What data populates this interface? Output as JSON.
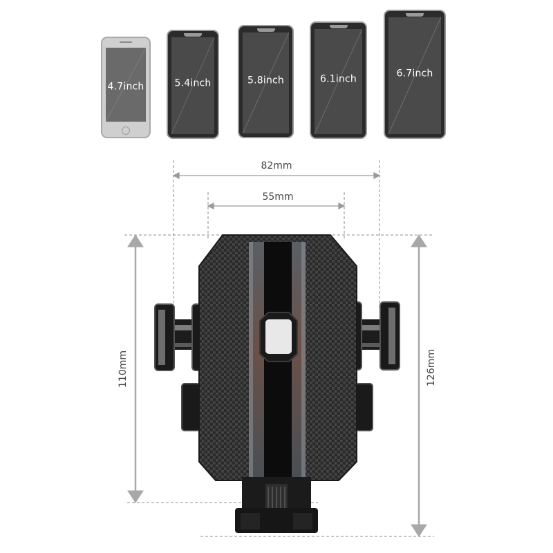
{
  "phones": [
    {
      "size": "4.7inch",
      "style": "light"
    },
    {
      "size": "5.4inch",
      "style": "dark"
    },
    {
      "size": "5.8inch",
      "style": "dark"
    },
    {
      "size": "6.1inch",
      "style": "dark"
    },
    {
      "size": "6.7inch",
      "style": "dark"
    }
  ],
  "dimensions": {
    "outer_width": "82mm",
    "inner_width": "55mm",
    "body_height": "110mm",
    "total_height": "126mm"
  },
  "colors": {
    "dimension_line": "#8c8c8c",
    "arrow": "#a8a8a8",
    "holder_body": "#2a2a2a",
    "holder_stripe": "#0c0c0c",
    "center_button": "#e8e8e8"
  }
}
